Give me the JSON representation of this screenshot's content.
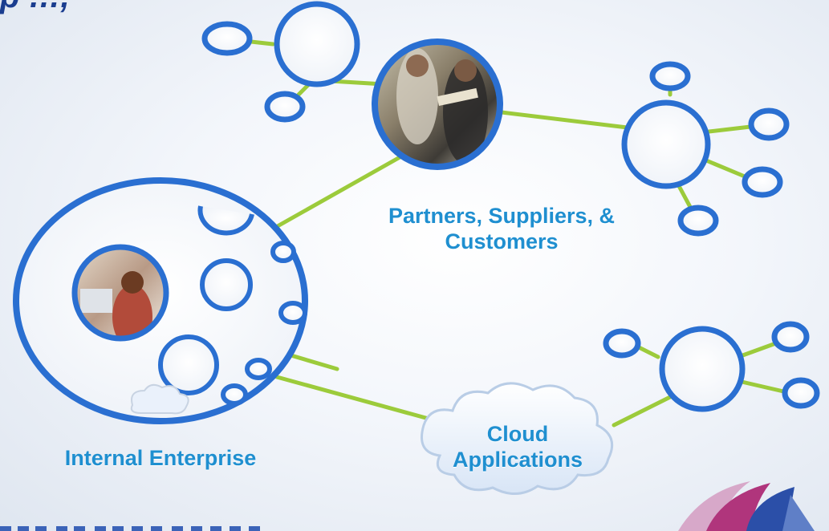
{
  "labels": {
    "partners_line1": "Partners, Suppliers, &",
    "partners_line2": "Customers",
    "internal": "Internal Enterprise",
    "cloud_line1": "Cloud",
    "cloud_line2": "Applications"
  },
  "colors": {
    "label": "#1f8fd0",
    "ring": "#2a6fd1",
    "connector": "#9ccb3b",
    "cloud_fill": "#eaf1fb"
  },
  "icons": {
    "logo": "swoosh-logo"
  }
}
